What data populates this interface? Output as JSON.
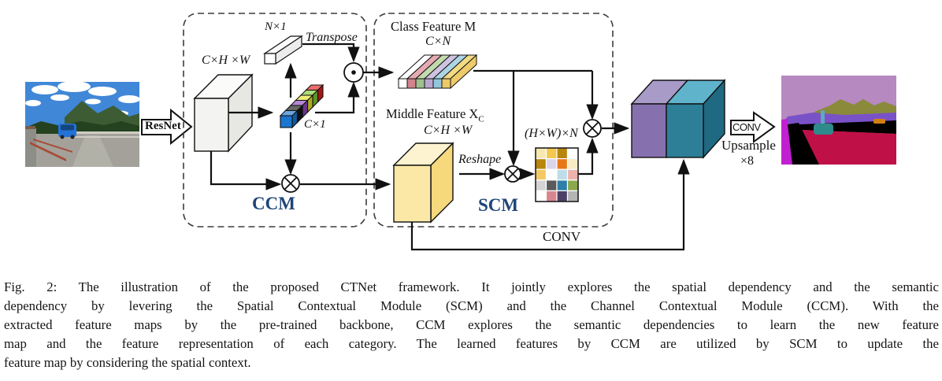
{
  "caption": {
    "lines": [
      "Fig. 2: The illustration of the proposed CTNet framework. It jointly explores the spatial dependency and the semantic",
      "dependency by levering the Spatial Contextual Module (SCM) and the Channel Contextual Module (CCM). With the",
      "extracted feature maps by the pre-trained backbone, CCM explores the semantic dependencies to learn the new feature",
      "map and the feature representation of each category. The learned features by CCM are utilized by SCM to update the",
      "feature map by considering the spatial context."
    ]
  },
  "pipeline": {
    "backbone_label": "ResNet",
    "conv_bottom_label": "CONV",
    "conv_arrow_label": "CONV",
    "upsample_label": "Upsample",
    "upsample_factor": "×8"
  },
  "ccm": {
    "title": "CCM",
    "title_color": "#1f4577",
    "input_dims": "C×H ×W",
    "bar_dims": "N×1",
    "transpose_label": "Transpose",
    "vector_dims": "C×1",
    "stack_colors": [
      "#1b76cf",
      "#161616",
      "#8f46b8",
      "#e8e430",
      "#7dc832",
      "#e01f1f"
    ],
    "cube_colors": {
      "front": "#f3f3f1",
      "top": "#fbfbfa",
      "side": "#e7e7e3"
    }
  },
  "scm": {
    "title": "SCM",
    "title_color": "#1f4577",
    "class_feature": {
      "label": "Class Feature M",
      "dims": "C×N",
      "top_colors": [
        "#ffffff",
        "#e5aab2",
        "#c3d9ae",
        "#cfc3e2",
        "#add4e4",
        "#f2da85"
      ],
      "front_colors": [
        "#ffffff",
        "#d2838d",
        "#9fc08f",
        "#b9a6cf",
        "#92c6da",
        "#ecca67"
      ],
      "side_color": "#eecb6a"
    },
    "middle_feature": {
      "label": "Middle Feature X",
      "label_sub": "C",
      "dims": "C×H ×W",
      "cube_colors": {
        "front": "#fbe8a6",
        "top": "#fdf3d0",
        "side": "#f6d87d"
      }
    },
    "reshape_label": "Reshape",
    "attention_grid": {
      "dims": "(H×W)×N",
      "cell_colors": [
        [
          "#f6e8b0",
          "#f2c84e",
          "#b8860b",
          "#ffffff"
        ],
        [
          "#b8860b",
          "#dcd5ea",
          "#e87817",
          "#f9ecc5"
        ],
        [
          "#f2c963",
          "#ffffff",
          "#bfdde9",
          "#ecb3ad"
        ],
        [
          "#d4d4d4",
          "#5a5a5a",
          "#2e7fa8",
          "#8ba84e"
        ],
        [
          "#ffffff",
          "#d9858f",
          "#4e3f66",
          "#b5b5b5"
        ]
      ]
    }
  },
  "fusion_cube": {
    "front_left": "#8671ae",
    "front_right": "#2d7f98",
    "top_left": "#a89bc8",
    "top_right": "#5fb3cb",
    "side": "#1f6a82"
  },
  "input_image": {
    "palette": {
      "sky": "#4187d7",
      "cloud": "#ffffff",
      "mountain": "#3d5c33",
      "trees": "#24421f",
      "road": "#a3a19a",
      "road_light": "#b2b1a8",
      "wall": "#8e8e88",
      "rail": "#7b5b49",
      "fence": "#cfcdc3",
      "car": "#2273d8",
      "car_window": "#15457e",
      "red_line": "#a84a35"
    }
  },
  "output_image": {
    "palette": {
      "sky": "#b689c0",
      "mountain": "#8a8a3a",
      "vegetation": "#7a52c8",
      "road_edge": "#000000",
      "road": "#c01048",
      "left_strip": "#c020d0",
      "car": "#2e8b8b",
      "car_pole": "#5fa8c0",
      "sign": "#d08010"
    }
  }
}
